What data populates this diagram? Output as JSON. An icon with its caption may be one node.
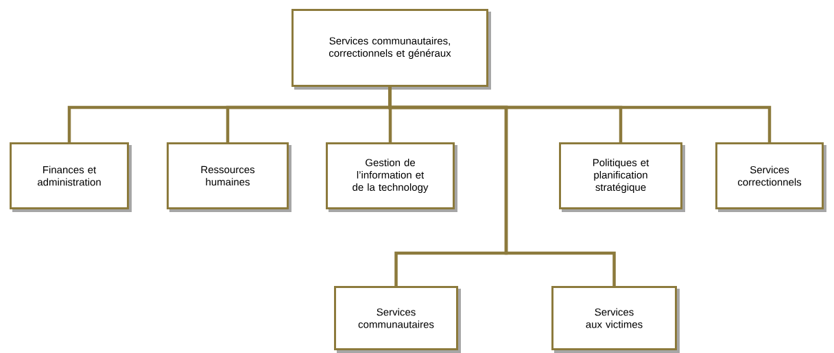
{
  "diagram": {
    "nodes": [
      {
        "text": [
          "Services communautaires, correctionnels et généraux"
        ]
      },
      {
        "text": [
          "Finances et administration"
        ]
      },
      {
        "text": [
          "Ressources humaines"
        ]
      },
      {
        "text": [
          "Gestion de l’information et de la technology"
        ]
      },
      {
        "text": [
          "Politiques et planification stratégique"
        ]
      },
      {
        "text": [
          "Services correctionnels"
        ]
      },
      {
        "text": [
          "Services communautaires"
        ]
      },
      {
        "text": [
          "Services aux victimes"
        ]
      }
    ],
    "edges": [
      {
        "from": 0,
        "to": 1,
        "arrow": "none"
      },
      {
        "from": 0,
        "to": 2,
        "arrow": "none"
      },
      {
        "from": 0,
        "to": 3,
        "arrow": "none"
      },
      {
        "from": 0,
        "to": 4,
        "arrow": "none"
      },
      {
        "from": 0,
        "to": 5,
        "arrow": "none"
      },
      {
        "from": 0,
        "to": 6,
        "arrow": "none"
      },
      {
        "from": 0,
        "to": 7,
        "arrow": "none"
      }
    ]
  }
}
